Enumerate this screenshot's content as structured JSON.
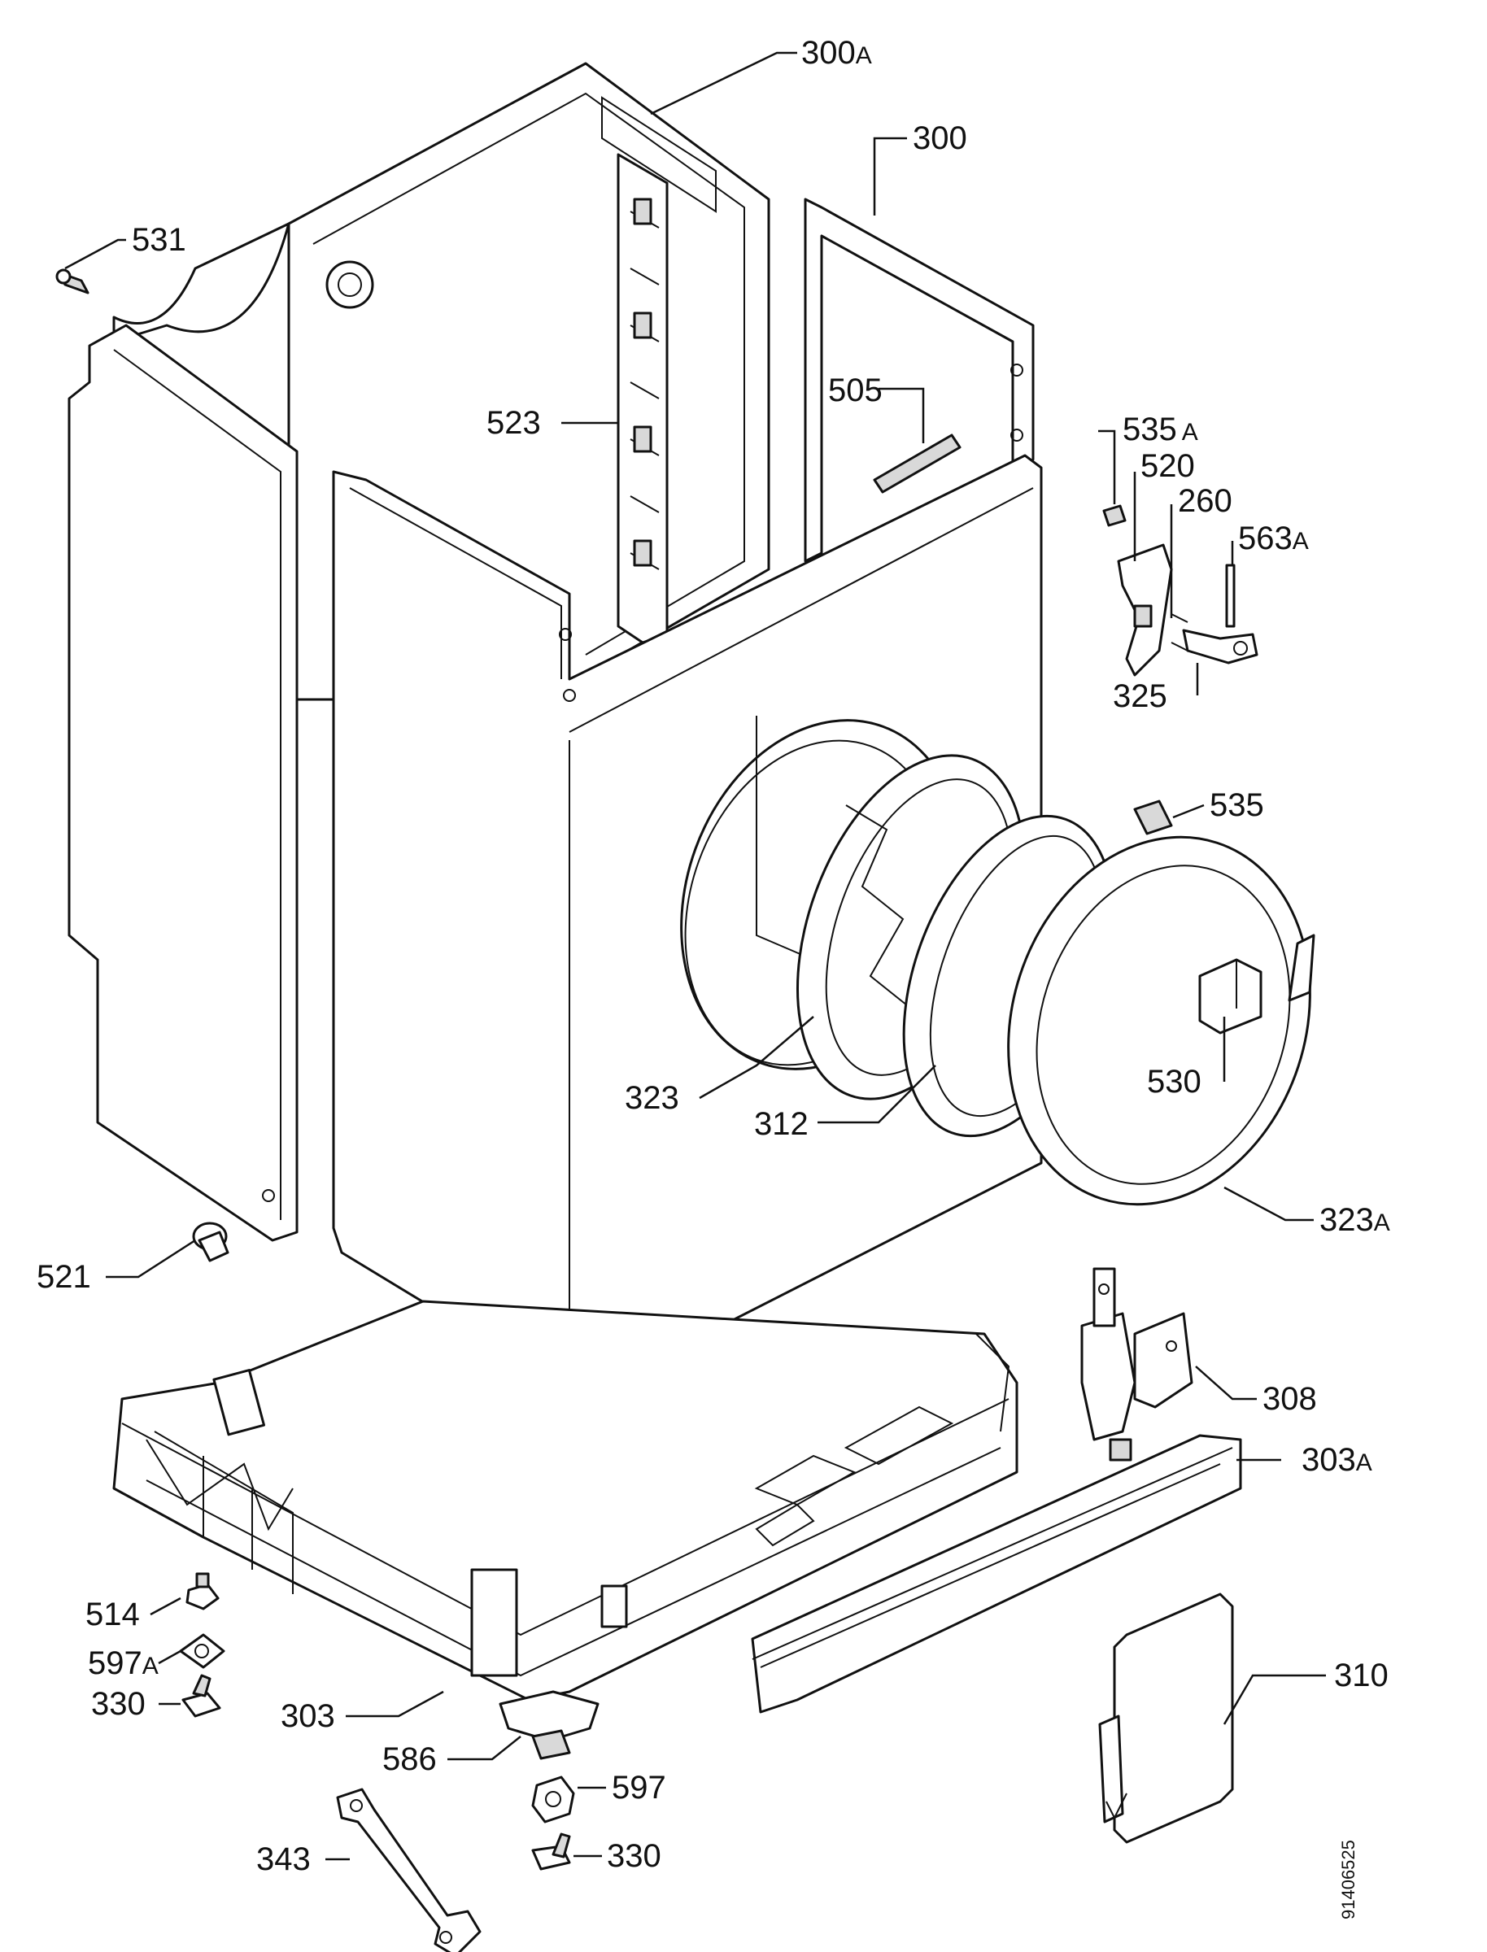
{
  "drawing_code": "91406525",
  "labels": {
    "l300a": {
      "num": "300",
      "suffix": "A"
    },
    "l300": {
      "num": "300",
      "suffix": ""
    },
    "l531": {
      "num": "531",
      "suffix": ""
    },
    "l523": {
      "num": "523",
      "suffix": ""
    },
    "l505": {
      "num": "505",
      "suffix": ""
    },
    "l535a": {
      "num": "535",
      "suffix": "A"
    },
    "l520": {
      "num": "520",
      "suffix": ""
    },
    "l260": {
      "num": "260",
      "suffix": ""
    },
    "l563a": {
      "num": "563",
      "suffix": "A"
    },
    "l325": {
      "num": "325",
      "suffix": ""
    },
    "l535": {
      "num": "535",
      "suffix": ""
    },
    "l530": {
      "num": "530",
      "suffix": ""
    },
    "l323": {
      "num": "323",
      "suffix": ""
    },
    "l312": {
      "num": "312",
      "suffix": ""
    },
    "l323a": {
      "num": "323",
      "suffix": "A"
    },
    "l521": {
      "num": "521",
      "suffix": ""
    },
    "l308": {
      "num": "308",
      "suffix": ""
    },
    "l303a": {
      "num": "303",
      "suffix": "A"
    },
    "l514": {
      "num": "514",
      "suffix": ""
    },
    "l597a": {
      "num": "597",
      "suffix": "A"
    },
    "l330a": {
      "num": "330",
      "suffix": ""
    },
    "l303": {
      "num": "303",
      "suffix": ""
    },
    "l586": {
      "num": "586",
      "suffix": ""
    },
    "l597": {
      "num": "597",
      "suffix": ""
    },
    "l330b": {
      "num": "330",
      "suffix": ""
    },
    "l310": {
      "num": "310",
      "suffix": ""
    },
    "l343": {
      "num": "343",
      "suffix": ""
    }
  }
}
